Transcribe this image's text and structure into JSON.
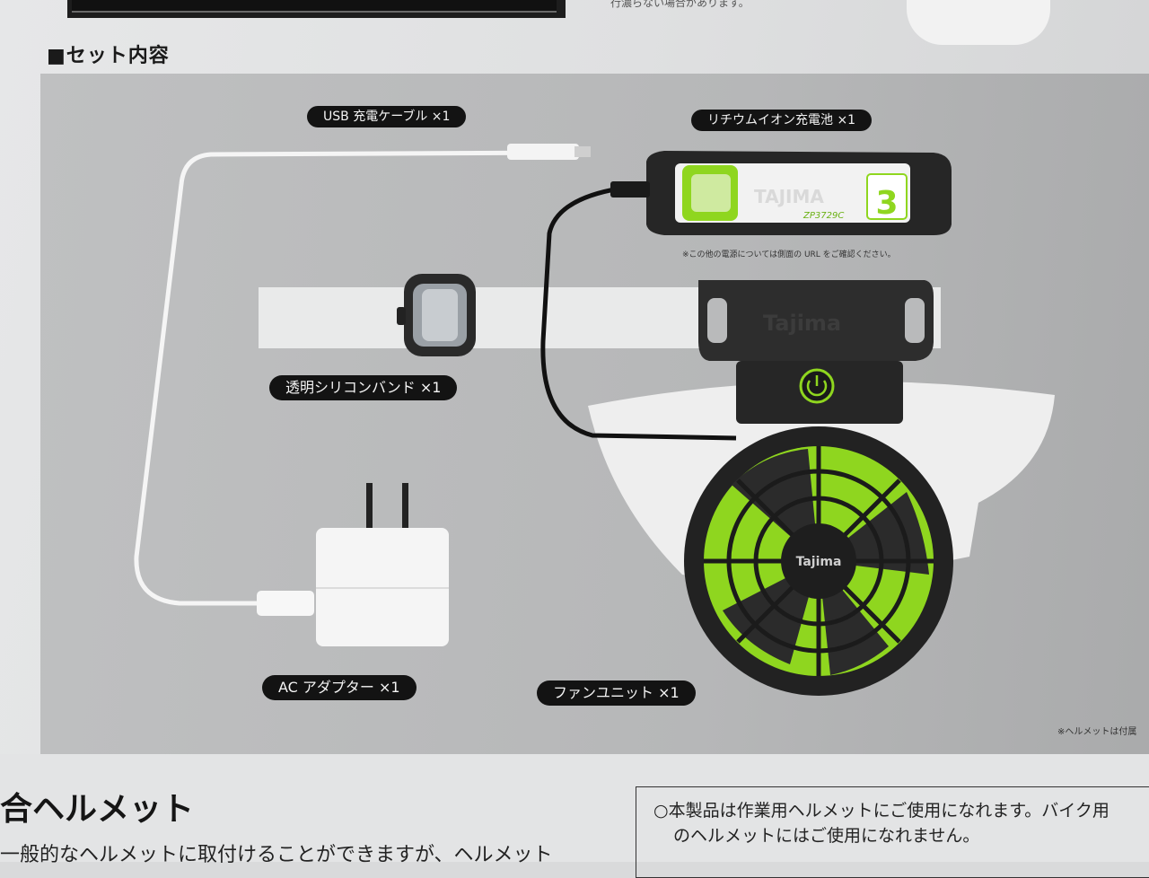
{
  "header": {
    "top_note": "行濃らない場合があります。"
  },
  "section": {
    "title": "■セット内容"
  },
  "items": {
    "usb_cable": "USB 充電ケーブル ×1",
    "battery": "リチウムイオン充電池 ×1",
    "silicone_band": "透明シリコンバンド ×1",
    "ac_adapter": "AC アダプター ×1",
    "fan_unit": "ファンユニット ×1"
  },
  "battery_labels": {
    "brand": "TAJIMA",
    "model": "ZP3729C",
    "number": "3"
  },
  "fan_labels": {
    "brand": "Tajima"
  },
  "notes": {
    "battery_power": "※この他の電源については側面の URL をご確認ください。",
    "helmet": "※ヘルメットは付属"
  },
  "bottom": {
    "title": "合ヘルメット",
    "text": "一般的なヘルメットに取付けることができますが、ヘルメット",
    "box_line1": "○本製品は作業用ヘルメットにご使用になれます。バイク用",
    "box_line2": "のヘルメットにはご使用になれません。"
  },
  "colors": {
    "accent_green": "#8fd61f",
    "panel_gray": "#b9babb",
    "pill_black": "#131313"
  }
}
